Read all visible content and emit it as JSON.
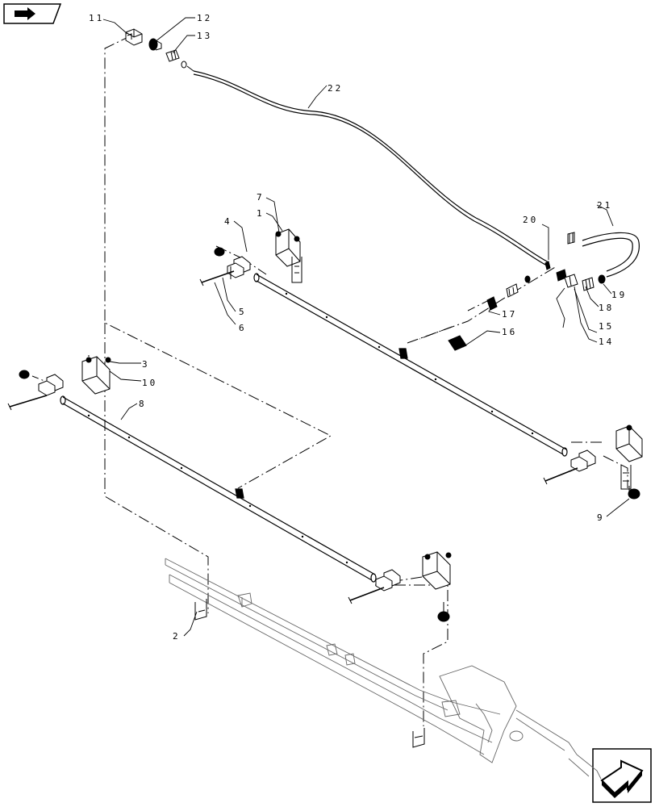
{
  "nav": {
    "prev_icon": "back-arrow-icon",
    "next_icon": "forward-arrow-icon"
  },
  "callouts": {
    "c1": "1",
    "c2": "2",
    "c3": "3",
    "c4": "4",
    "c5": "5",
    "c6": "6",
    "c7": "7",
    "c8": "8",
    "c9": "9",
    "c10": "10",
    "c11": "11",
    "c12": "12",
    "c13": "13",
    "c14": "14",
    "c15": "15",
    "c16": "16",
    "c17": "17",
    "c18": "18",
    "c19": "19",
    "c20": "20",
    "c21": "21",
    "c22": "22"
  },
  "colors": {
    "line": "#000000",
    "background": "#ffffff"
  }
}
